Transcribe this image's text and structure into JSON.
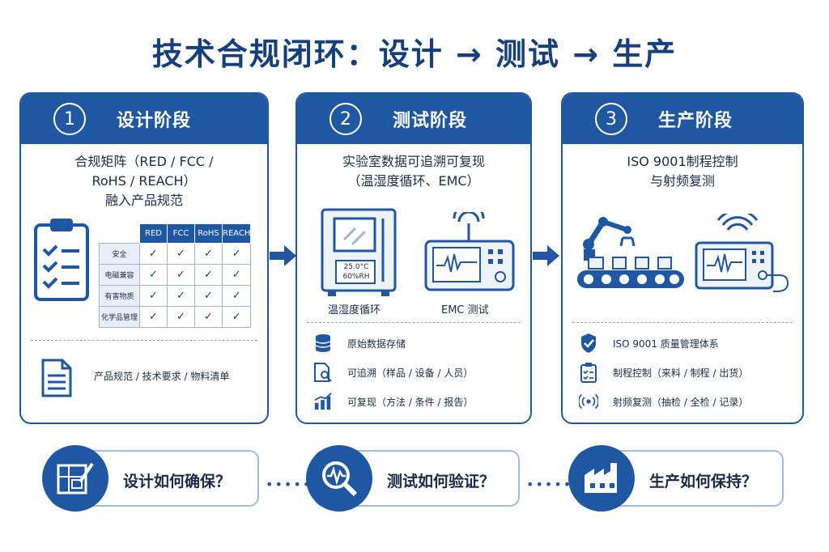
{
  "title": "技术合规闭环：设计 → 测试 → 生产",
  "stages": [
    {
      "number": "1",
      "label": "设计阶段",
      "desc": [
        "合规矩阵（RED / FCC /",
        "RoHS / REACH）",
        "融入产品规范"
      ],
      "matrix": {
        "headers": [
          "RED",
          "FCC",
          "RoHS",
          "REACH"
        ],
        "rows": [
          {
            "label": "安全",
            "cells": [
              "✓",
              "✓",
              "✓",
              "✓"
            ]
          },
          {
            "label": "电磁兼容",
            "cells": [
              "✓",
              "✓",
              "✓",
              "✓"
            ]
          },
          {
            "label": "有害物质",
            "cells": [
              "✓",
              "✓",
              "✓",
              "✓"
            ]
          },
          {
            "label": "化学品管理",
            "cells": [
              "✓",
              "✓",
              "✓",
              "✓"
            ]
          }
        ]
      },
      "bullets": [
        "产品规范 / 技术要求 / 物料清单"
      ]
    },
    {
      "number": "2",
      "label": "测试阶段",
      "desc": [
        "实验室数据可追溯可复现",
        "（温湿度循环、EMC）"
      ],
      "chamber_readout": [
        "25.0°C",
        "60%RH"
      ],
      "devices": [
        "温湿度循环",
        "EMC 测试"
      ],
      "bullets": [
        "原始数据存储",
        "可追溯（样品 / 设备 / 人员）",
        "可复现（方法 / 条件 / 报告）"
      ]
    },
    {
      "number": "3",
      "label": "生产阶段",
      "desc": [
        "ISO 9001制程控制",
        "与射频复测"
      ],
      "bullets": [
        "ISO 9001  质量管理体系",
        "制程控制（来料 / 制程 / 出货）",
        "射频复测（抽检 / 全检 / 记录）"
      ]
    }
  ],
  "questions": [
    "设计如何确保？",
    "测试如何验证？",
    "生产如何保持？"
  ],
  "colors": {
    "primary": "#2057a3",
    "pill_border": "#9fbde4",
    "title": "#163f7e"
  }
}
